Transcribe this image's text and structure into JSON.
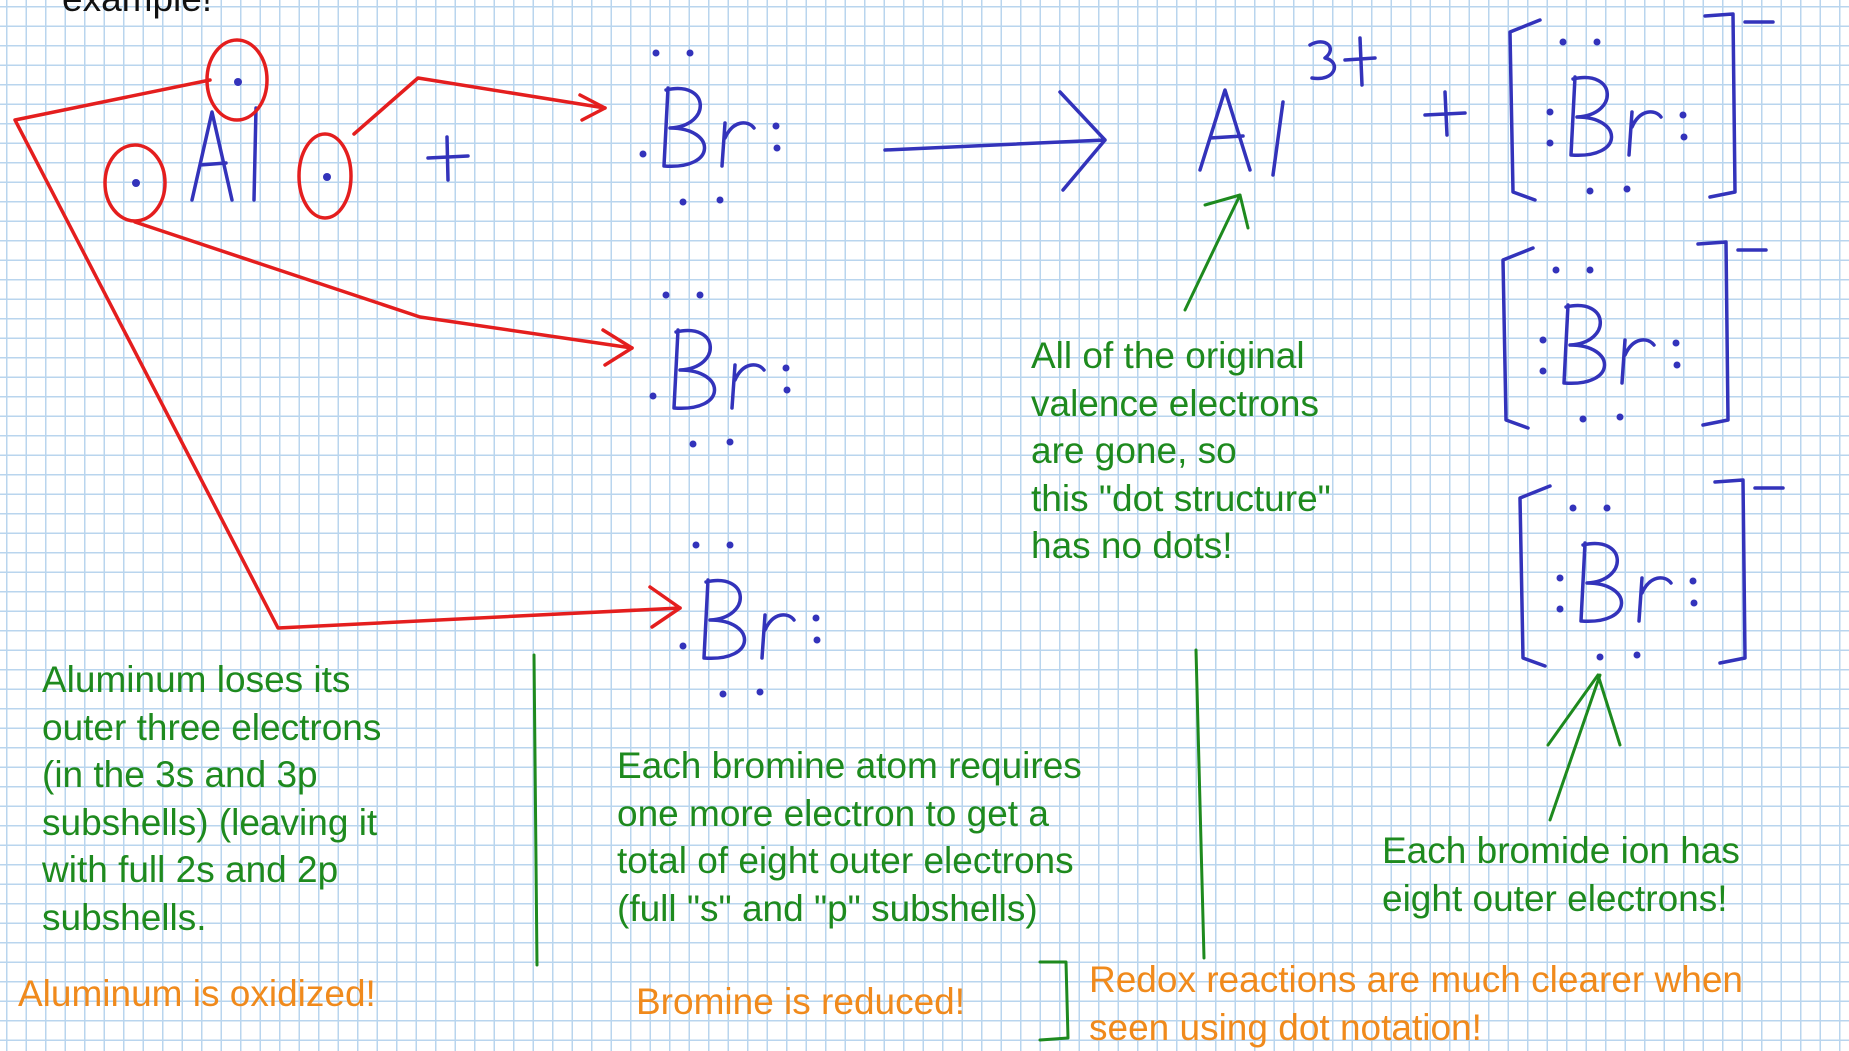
{
  "colors": {
    "grid": "#b9d5ee",
    "red_ink": "#e41e1e",
    "blue_ink": "#3333bb",
    "green_ink": "#1e8a1e",
    "orange_text": "#f08a1c"
  },
  "header": {
    "clipped_text": "example!"
  },
  "glyphs": {
    "al": "Al",
    "plus": "+",
    "bromine": "Br",
    "al_ion": "Al",
    "al_charge": "3+",
    "ion_charge": "−"
  },
  "notes": {
    "aluminum_loses": "Aluminum loses its\nouter three electrons\n(in the 3s and 3p\nsubshells) (leaving it\nwith full 2s and 2p\nsubshells.",
    "aluminum_oxidized": "Aluminum is oxidized!",
    "bromine_requires": "Each bromine atom requires\none more electron to get a\ntotal of eight outer electrons\n(full \"s\" and \"p\" subshells)",
    "bromine_reduced": "Bromine is reduced!",
    "original_valence": "All of the original\nvalence electrons\nare gone, so\nthis \"dot structure\"\nhas no dots!",
    "bromide_ion": "Each bromide ion has\neight outer electrons!",
    "redox_clearer": "Redox reactions are much clearer when\nseen using dot notation!"
  }
}
